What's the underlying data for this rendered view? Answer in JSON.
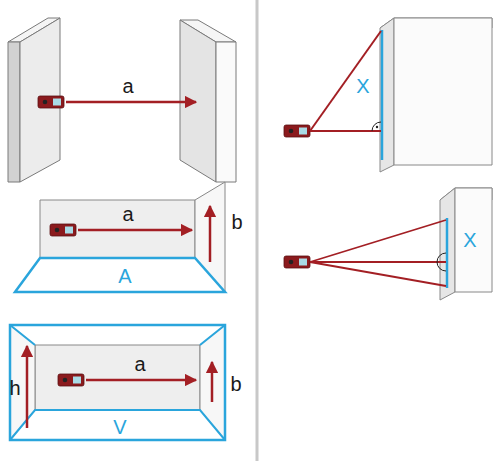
{
  "diagram": {
    "labels": [
      "a",
      "a",
      "b",
      "A",
      "h",
      "a",
      "b",
      "V",
      "X",
      "X"
    ]
  }
}
